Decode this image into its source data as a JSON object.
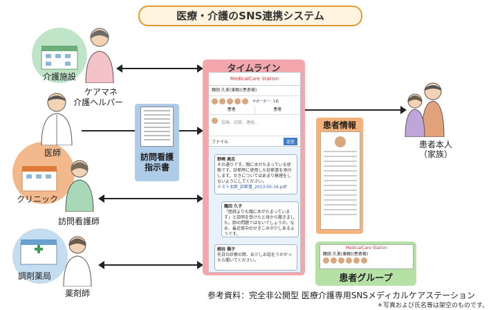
{
  "title": "医療・介護のSNS連携システム",
  "nodes": {
    "care_facility": "介護施設",
    "care_manager": "ケアマネ",
    "care_helper": "介護ヘルパー",
    "doctor": "医師",
    "clinic": "クリニック",
    "visiting_nurse": "訪問看護師",
    "pharmacy": "調剤薬局",
    "pharmacist": "薬剤師",
    "patient_line1": "患者本人",
    "patient_line2": "（家族）"
  },
  "visit_note": {
    "line1": "訪問看護",
    "line2": "指示書"
  },
  "timeline": {
    "label": "タイムライン",
    "app_brand": "MedicalCare Station",
    "patient_bar": "鶴田 久美(東頼)(患者様)",
    "supporter_label": "サポーター：1名",
    "tabs": [
      "患者",
      "患者"
    ],
    "post_placeholder": "投稿、記録、連絡...",
    "file_button": "ファイル",
    "send_button": "送信",
    "posts": [
      {
        "author": "野崎 高志",
        "text": "その通りです。顔に水がたまっている状態です。診断時に使用した診断書を添付します。せきについてはあまり無理をしないようにしてください。",
        "attachment": "テスト太郎_診断書_2013-05-16.pdf"
      },
      {
        "author": "鶴田 久子",
        "text": "「医師よりも顔に水がたまっています」と説明を受けたと母から聞きました。肺の問題ではないでしょうか。なお、最近夜中のせきこみが少しあるようです。"
      },
      {
        "author": "細谷 楓子",
        "text": "先日の診察の際、お少しお話をうかがったら聞いてください。"
      }
    ]
  },
  "patient_info": {
    "label": "患者情報"
  },
  "patient_group": {
    "label": "患者グループ",
    "brand": "MedicalCare Station",
    "bar": "鶴田 久美(東頼)(患者様)"
  },
  "footer": "参考資料：完全非公開型 医療介護専用SNSメディカルケアステーション",
  "footnote": "＊写真および氏名等は架空のものです。"
}
